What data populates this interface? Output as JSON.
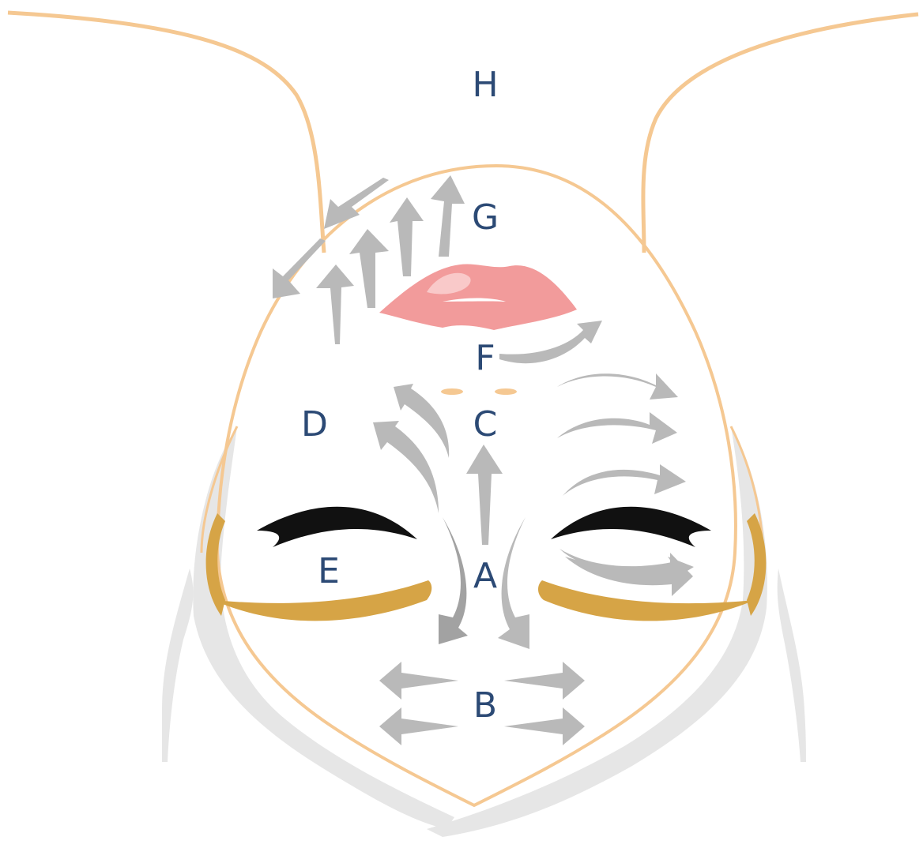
{
  "labels": {
    "H": "H",
    "G": "G",
    "F": "F",
    "D": "D",
    "C": "C",
    "E": "E",
    "A": "A",
    "B": "B"
  },
  "colors": {
    "label": "#2c4a75",
    "arrow": "#b9b9b9",
    "arrow_dark": "#a2a2a2",
    "face_outline": "#f5c892",
    "shadow": "#e2e2e2",
    "eyelid": "#d6a446",
    "lips": "#f29b9b",
    "lips_highlight": "#f9c9c9",
    "brow": "#111111",
    "nostril": "#f5c892"
  },
  "icons": {
    "face": "face-outline-icon",
    "hair": "hair-line-icon",
    "brow": "eyebrow-icon",
    "eyelid": "closed-eye-icon",
    "lips": "lips-icon",
    "arrow": "massage-arrow-icon"
  }
}
